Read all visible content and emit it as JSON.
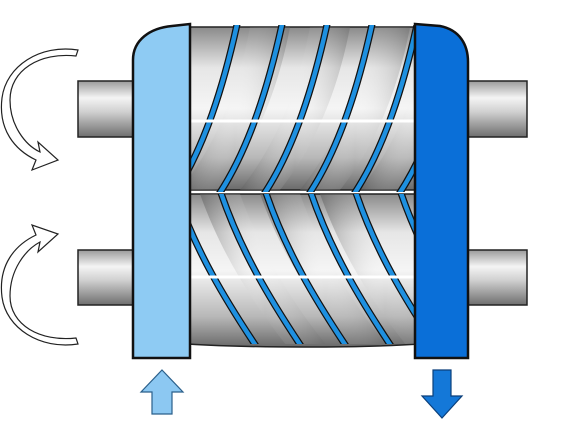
{
  "diagram": {
    "subject": "screw-compressor-rotors",
    "rotors": [
      {
        "id": "upper-rotor",
        "rotation": "clockwise"
      },
      {
        "id": "lower-rotor",
        "rotation": "counterclockwise"
      }
    ],
    "flow": {
      "inlet": {
        "direction": "up",
        "color": "#8cc8f2"
      },
      "outlet": {
        "direction": "down",
        "color": "#1478d8"
      }
    },
    "colors": {
      "inlet_plate": "#8ecbf3",
      "outlet_plate": "#0a6fd8",
      "rotor_metal_light": "#f2f2f2",
      "rotor_metal_dark": "#7d7d7d",
      "thread_blue": "#1e90e0",
      "outline": "#111111"
    },
    "icons": [
      "rotation-arrow-icon",
      "flow-arrow-icon"
    ]
  }
}
